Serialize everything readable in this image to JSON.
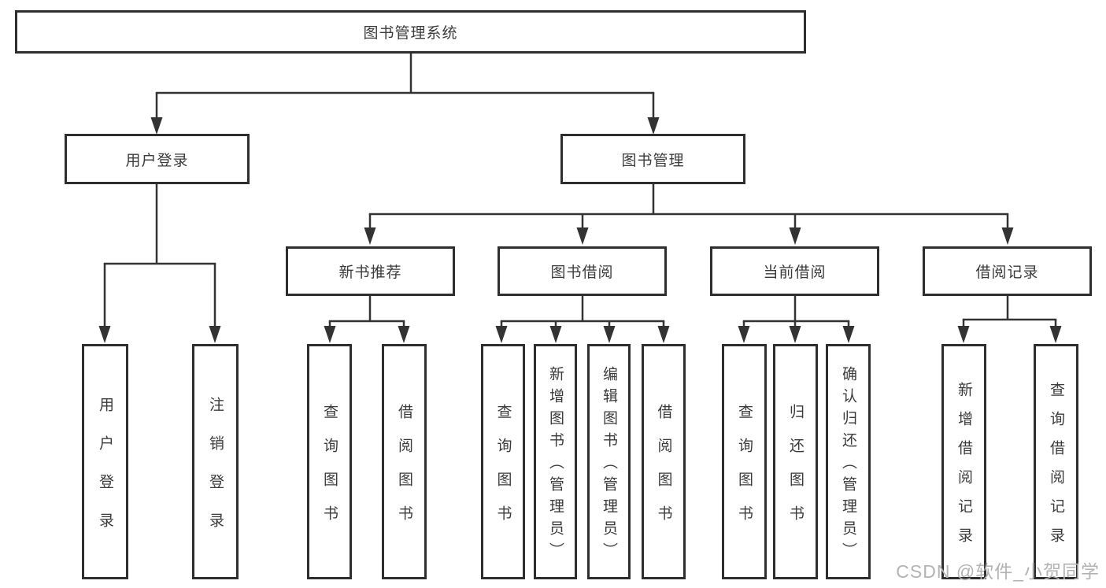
{
  "title": "图书管理系统",
  "colors": {
    "line": "#333333",
    "box_border": "#2e2e2e",
    "text": "#3b3b3b",
    "watermark": "#b3b3b3",
    "background": "#ffffff"
  },
  "watermark": "CSDN @软件_小贺同学",
  "tree": {
    "root": "图书管理系统",
    "branches": [
      {
        "label": "用户登录",
        "children": [
          "用户登录",
          "注销登录"
        ]
      },
      {
        "label": "图书管理",
        "groups": [
          {
            "label": "新书推荐",
            "children": [
              "查询图书",
              "借阅图书"
            ]
          },
          {
            "label": "图书借阅",
            "children": [
              "查询图书",
              "新增图书（管理员）",
              "编辑图书（管理员）",
              "借阅图书"
            ]
          },
          {
            "label": "当前借阅",
            "children": [
              "查询图书",
              "归还图书",
              "确认归还（管理员）"
            ]
          },
          {
            "label": "借阅记录",
            "children": [
              "新增借阅记录",
              "查询借阅记录"
            ]
          }
        ]
      }
    ]
  }
}
